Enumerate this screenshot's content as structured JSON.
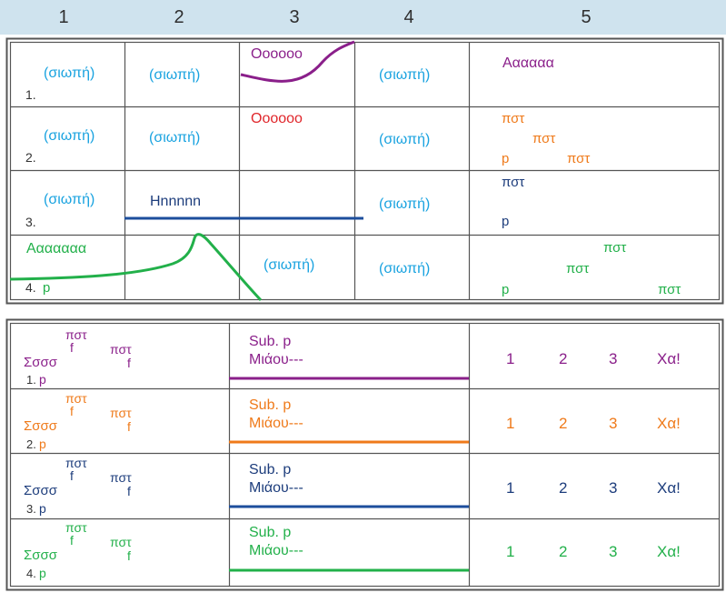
{
  "header": {
    "columns": [
      "1",
      "2",
      "3",
      "4",
      "5"
    ],
    "background": "#cfe3ee"
  },
  "colors": {
    "purple": "#8a1f8a",
    "red": "#e0262b",
    "cyan": "#1aa3e0",
    "orange": "#ef7a1a",
    "navy": "#1d3d7c",
    "green": "#22b04a",
    "grid": "#444444"
  },
  "top_table": {
    "silence": "(σιωπή)",
    "row1": {
      "number": "1.",
      "col3": "Οοοοοο",
      "col5": "Αααααα"
    },
    "row2": {
      "number": "2.",
      "col3": "Οοοοοο",
      "pst": "πστ",
      "p": "p"
    },
    "row3": {
      "number": "3.",
      "col2": "Hnnnnn",
      "pst": "πστ",
      "p": "p"
    },
    "row4": {
      "number": "4.",
      "p_mark": "p",
      "col1": "Ααααααα",
      "pst": "πστ",
      "p": "p"
    }
  },
  "bottom_table": {
    "rows": [
      {
        "number": "1.",
        "p": "p",
        "pst": "πστ",
        "f": "f",
        "sss": "Σσσσ",
        "sub": "Sub. p",
        "meow": "Μιάου---",
        "counts": [
          "1",
          "2",
          "3"
        ],
        "ha": "Χα!"
      },
      {
        "number": "2.",
        "p": "p",
        "pst": "πστ",
        "f": "f",
        "sss": "Σσσσ",
        "sub": "Sub. p",
        "meow": "Μιάου---",
        "counts": [
          "1",
          "2",
          "3"
        ],
        "ha": "Χα!"
      },
      {
        "number": "3.",
        "p": "p",
        "pst": "πστ",
        "f": "f",
        "sss": "Σσσσ",
        "sub": "Sub. p",
        "meow": "Μιάου---",
        "counts": [
          "1",
          "2",
          "3"
        ],
        "ha": "Χα!"
      },
      {
        "number": "4.",
        "p": "p",
        "pst": "πστ",
        "f": "f",
        "sss": "Σσσσ",
        "sub": "Sub. p",
        "meow": "Μιάου---",
        "counts": [
          "1",
          "2",
          "3"
        ],
        "ha": "Χα!"
      }
    ]
  }
}
